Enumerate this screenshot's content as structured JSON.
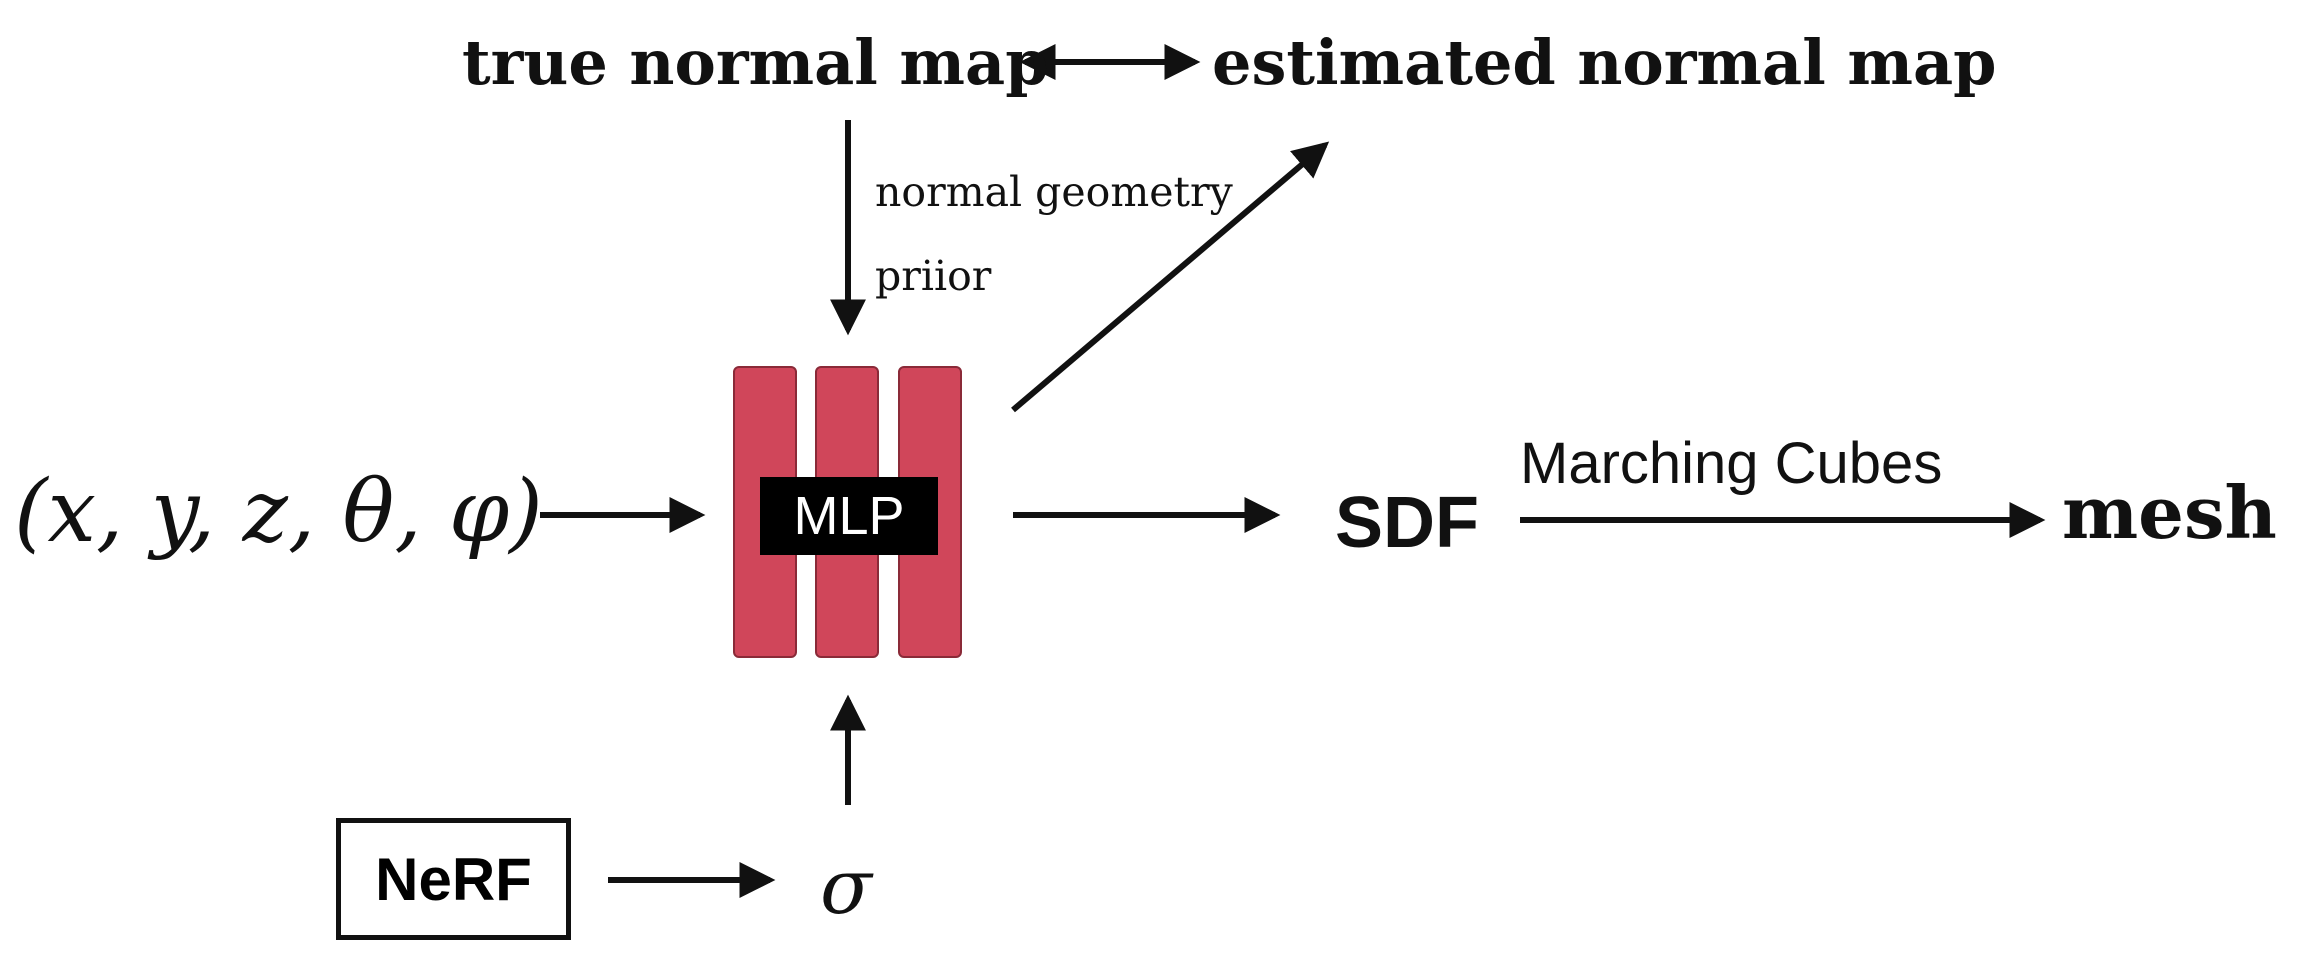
{
  "diagram": {
    "true_normal_map": "true normal map",
    "estimated_normal_map": "estimated normal map",
    "prior_line1": "normal geometry",
    "prior_line2": "priior",
    "input": "(x, y, z, θ, φ)",
    "mlp": "MLP",
    "sdf": "SDF",
    "marching_cubes": "Marching Cubes",
    "mesh": "mesh",
    "nerf": "NeRF",
    "sigma": "σ"
  }
}
